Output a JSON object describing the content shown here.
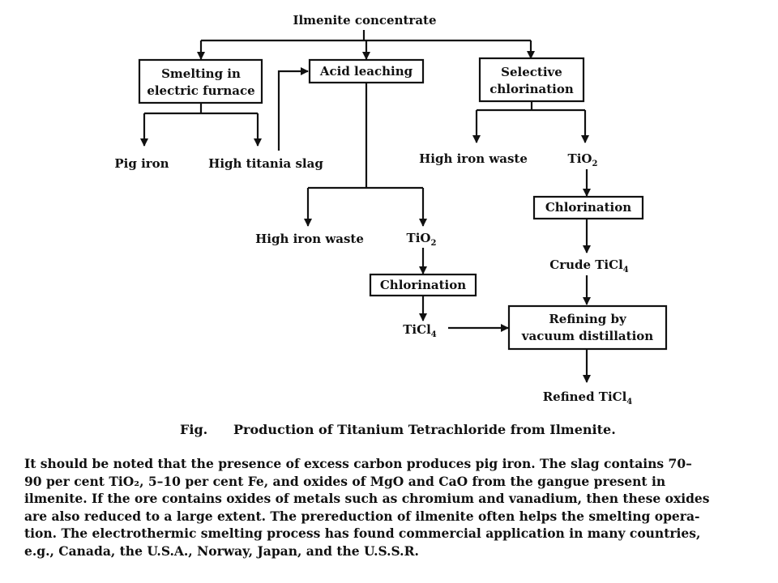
{
  "diagram": {
    "source": "Ilmenite concentrate",
    "smelting_box": [
      "Smelting in",
      "electric furnace"
    ],
    "leaching_box": "Acid leaching",
    "selective_box": [
      "Selective",
      "chlorination"
    ],
    "pig_iron": "Pig iron",
    "high_titania_slag": "High titania slag",
    "high_iron_waste_left": "High iron waste",
    "tio2_left": "TiO",
    "chlorination_left": "Chlorination",
    "ticl4_left": "TiCl",
    "high_iron_waste_right": "High iron waste",
    "tio2_right": "TiO",
    "chlorination_right": "Chlorination",
    "crude_ticl4": "Crude TiCl",
    "refining_box": [
      "Refining by",
      "vacuum distillation"
    ],
    "refined_ticl4": "Refined TiCl",
    "sub_2": "2",
    "sub_4": "4"
  },
  "caption": {
    "prefix": "Fig.",
    "title": "Production of Titanium Tetrachloride from Ilmenite."
  },
  "body_lines": [
    "It should be noted that the presence of excess carbon produces pig iron. The slag contains 70–",
    "90 per cent TiO₂, 5–10 per cent Fe, and oxides of MgO and CaO from the gangue present in",
    "ilmenite. If the ore contains oxides of metals such as chromium and vanadium, then these oxides",
    "are also reduced to a large extent. The prereduction of ilmenite often helps the smelting opera-",
    "tion. The electrothermic smelting process has found commercial application in many countries,",
    "e.g., Canada, the U.S.A., Norway, Japan, and the U.S.S.R."
  ]
}
